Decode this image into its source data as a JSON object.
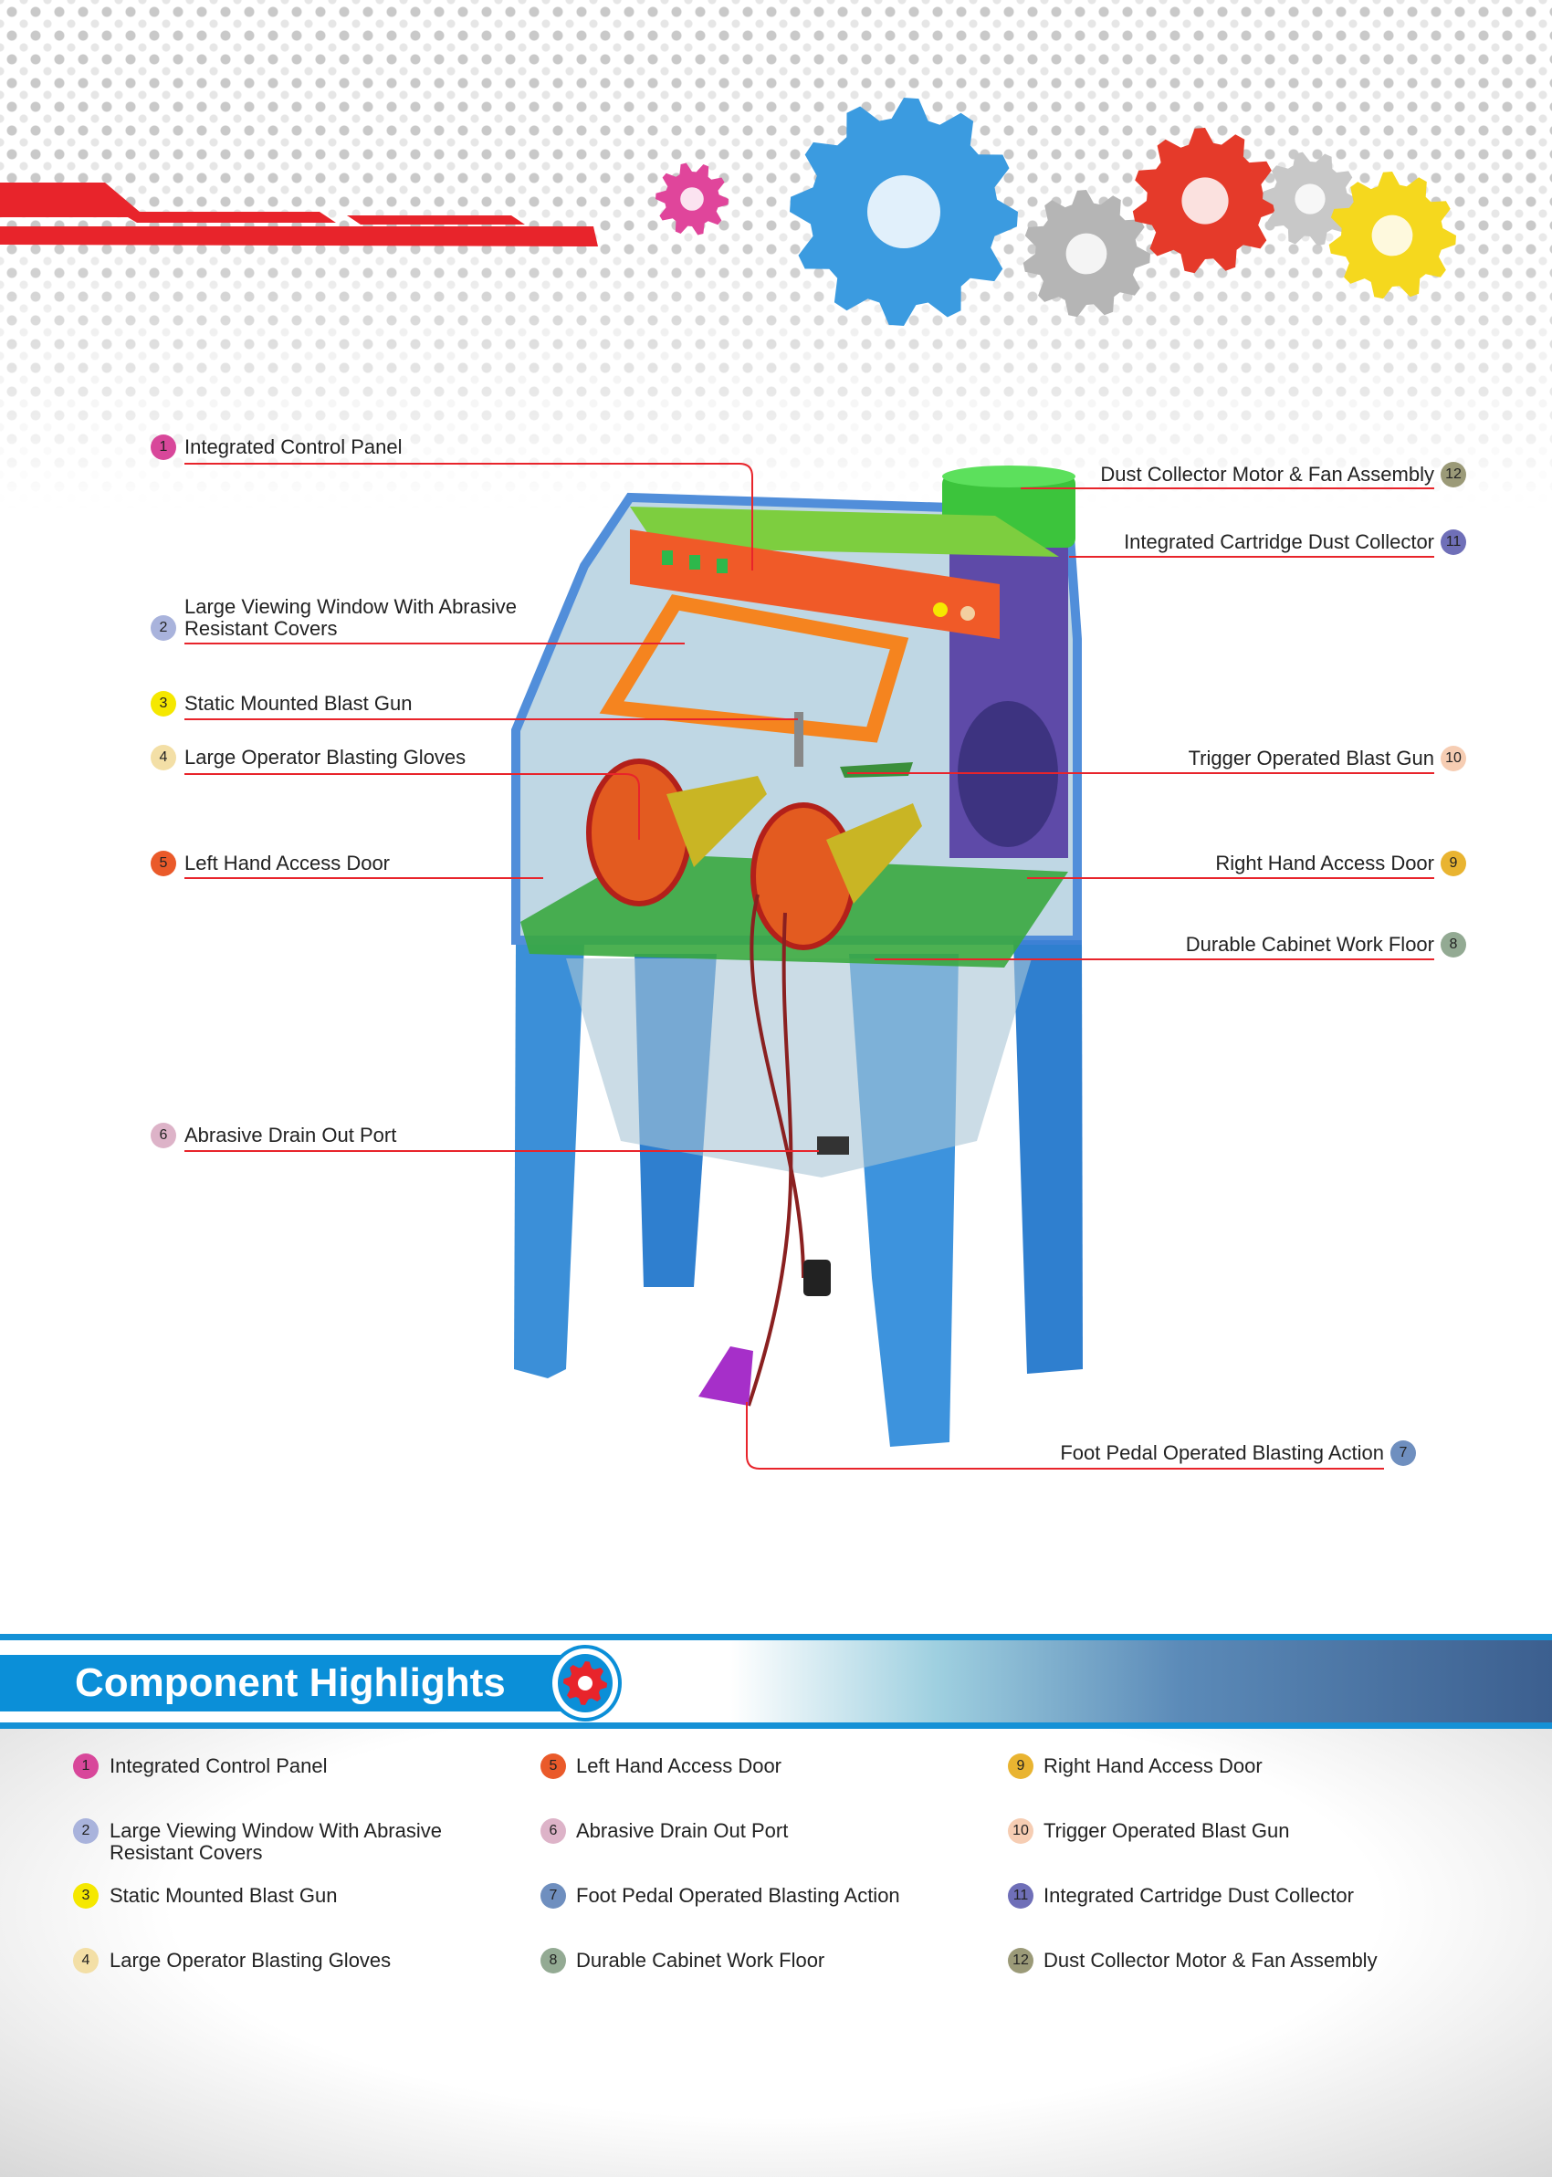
{
  "callouts": [
    {
      "num": "1",
      "label": "Integrated Control Panel",
      "color": "#d8479a"
    },
    {
      "num": "2",
      "label_line1": "Large Viewing Window With Abrasive",
      "label_line2": "Resistant Covers",
      "color": "#a9b3dc"
    },
    {
      "num": "3",
      "label": "Static Mounted Blast Gun",
      "color": "#f5e800"
    },
    {
      "num": "4",
      "label": "Large Operator Blasting Gloves",
      "color": "#f3dfa6"
    },
    {
      "num": "5",
      "label": "Left Hand Access Door",
      "color": "#ea5a2a"
    },
    {
      "num": "6",
      "label": "Abrasive Drain Out Port",
      "color": "#ddb3c8"
    },
    {
      "num": "7",
      "label": "Foot Pedal Operated Blasting Action",
      "color": "#6f8fbf"
    },
    {
      "num": "8",
      "label": "Durable Cabinet Work Floor",
      "color": "#93aa93"
    },
    {
      "num": "9",
      "label": "Right Hand Access Door",
      "color": "#e9b431"
    },
    {
      "num": "10",
      "label": "Trigger Operated Blast Gun",
      "color": "#f6cdb3"
    },
    {
      "num": "11",
      "label": "Integrated Cartridge Dust Collector",
      "color": "#6f6fb8"
    },
    {
      "num": "12",
      "label": "Dust Collector Motor & Fan Assembly",
      "color": "#9b9a78"
    }
  ],
  "highlights": {
    "title": "Component Highlights",
    "icon": "gear-icon"
  },
  "colors": {
    "accent": "#0b8fd8",
    "leader": "#e8242b"
  }
}
